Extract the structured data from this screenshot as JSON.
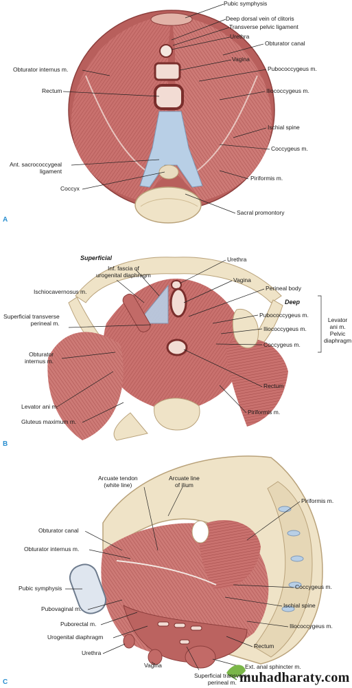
{
  "panels": {
    "a": {
      "letter": "A",
      "labels": {
        "pubic_symphysis": "Pubic symphysis",
        "deep_dorsal_vein": "Deep dorsal vein of clitoris",
        "transverse_pelvic_ligament": "Transverse pelvic ligament",
        "urethra": "Urethra",
        "obturator_canal": "Obturator canal",
        "obturator_internus": "Obturator internus m.",
        "vagina": "Vagina",
        "pubococcygeus": "Pubococcygeus m.",
        "rectum": "Rectum",
        "iliococcygeus": "Iliococcygeus m.",
        "ischial_spine": "Ischial spine",
        "coccygeus": "Coccygeus m.",
        "ant_sacrococcygeal": "Ant. sacrococcygeal\nligament",
        "piriformis": "Piriformis m.",
        "coccyx": "Coccyx",
        "sacral_promontory": "Sacral promontory"
      }
    },
    "b": {
      "letter": "B",
      "labels": {
        "superficial": "Superficial",
        "deep": "Deep",
        "inf_fascia": "Inf. fascia of\nurogenital diaphragm",
        "urethra": "Urethra",
        "vagina": "Vagina",
        "ischiocavernosus": "Ischiocavernosus m.",
        "perineal_body": "Perineal body",
        "superficial_transverse": "Superficial transverse\nperineal m.",
        "pubococcygeus": "Pubococcygeus m.",
        "iliococcygeus": "Iliococcygeus m.",
        "coccygeus": "Coccygeus m.",
        "levator_group": "Levator\nani m.\nPelvic\ndiaphragm",
        "obturator_internus": "Obturator\ninternus m.",
        "rectum": "Rectum",
        "levator_ani": "Levator ani m.",
        "piriformis": "Piriformis m.",
        "gluteus": "Gluteus maximum m."
      }
    },
    "c": {
      "letter": "C",
      "labels": {
        "arcuate_tendon": "Arcuate tendon\n(white line)",
        "arcuate_line": "Arcuate line\nof ilium",
        "piriformis": "Piriformis m.",
        "obturator_canal": "Obturator canal",
        "obturator_internus": "Obturator internus m.",
        "pubic_symphysis": "Pubic symphysis",
        "coccygeus": "Coccygeus m.",
        "ischial_spine": "Ischial spine",
        "pubovaginal": "Pubovaginal m.",
        "puborectal": "Puborectal m.",
        "iliococcygeus": "Iliococcygeus m.",
        "urogenital": "Urogenital diaphragm",
        "rectum": "Rectum",
        "urethra": "Urethra",
        "vagina": "Vagina",
        "ext_anal": "Ext. anal sphincter m.",
        "superficial_transverse": "Superficial transverse\nperineal m."
      }
    }
  },
  "watermark": "muhadharaty.com",
  "colors": {
    "muscle": "#c9716e",
    "muscle_dark": "#a9504e",
    "muscle_light": "#dfa19b",
    "bone": "#efe3c7",
    "bone_edge": "#b9a27a",
    "ligament": "#b8cfe6",
    "panel_letter": "#2a8fd0",
    "leader": "#222222"
  }
}
